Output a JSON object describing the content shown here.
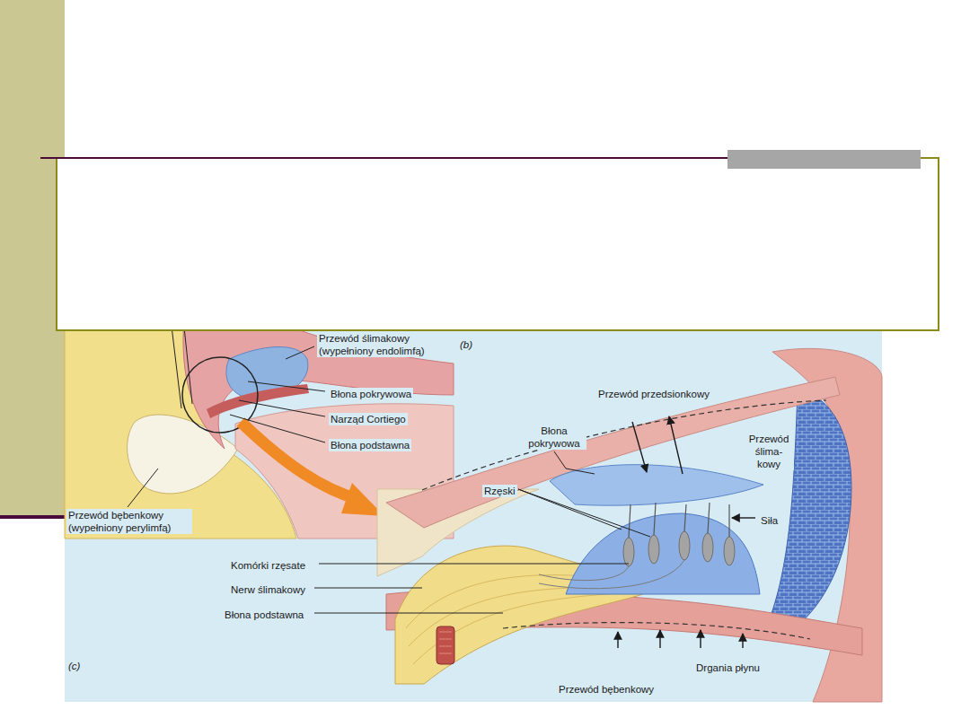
{
  "diagram": {
    "labels": [
      "Przewód ślimakowy (wypełniony endolimfą)",
      "(b)",
      "Błona pokrywowa",
      "Narząd Cortiego",
      "Błona podstawna",
      "Przewód bębenkowy (wypełniony perylimfą)",
      "Przewód przedsionkowy",
      "Błona pokrywowa",
      "Przewód ślima- kowy",
      "Rzęski",
      "Siła",
      "Komórki rzęsate",
      "Nerw ślimakowy",
      "Błona podstawna",
      "Drgania płynu",
      "Przewód bębenkowy",
      "(c)"
    ]
  }
}
